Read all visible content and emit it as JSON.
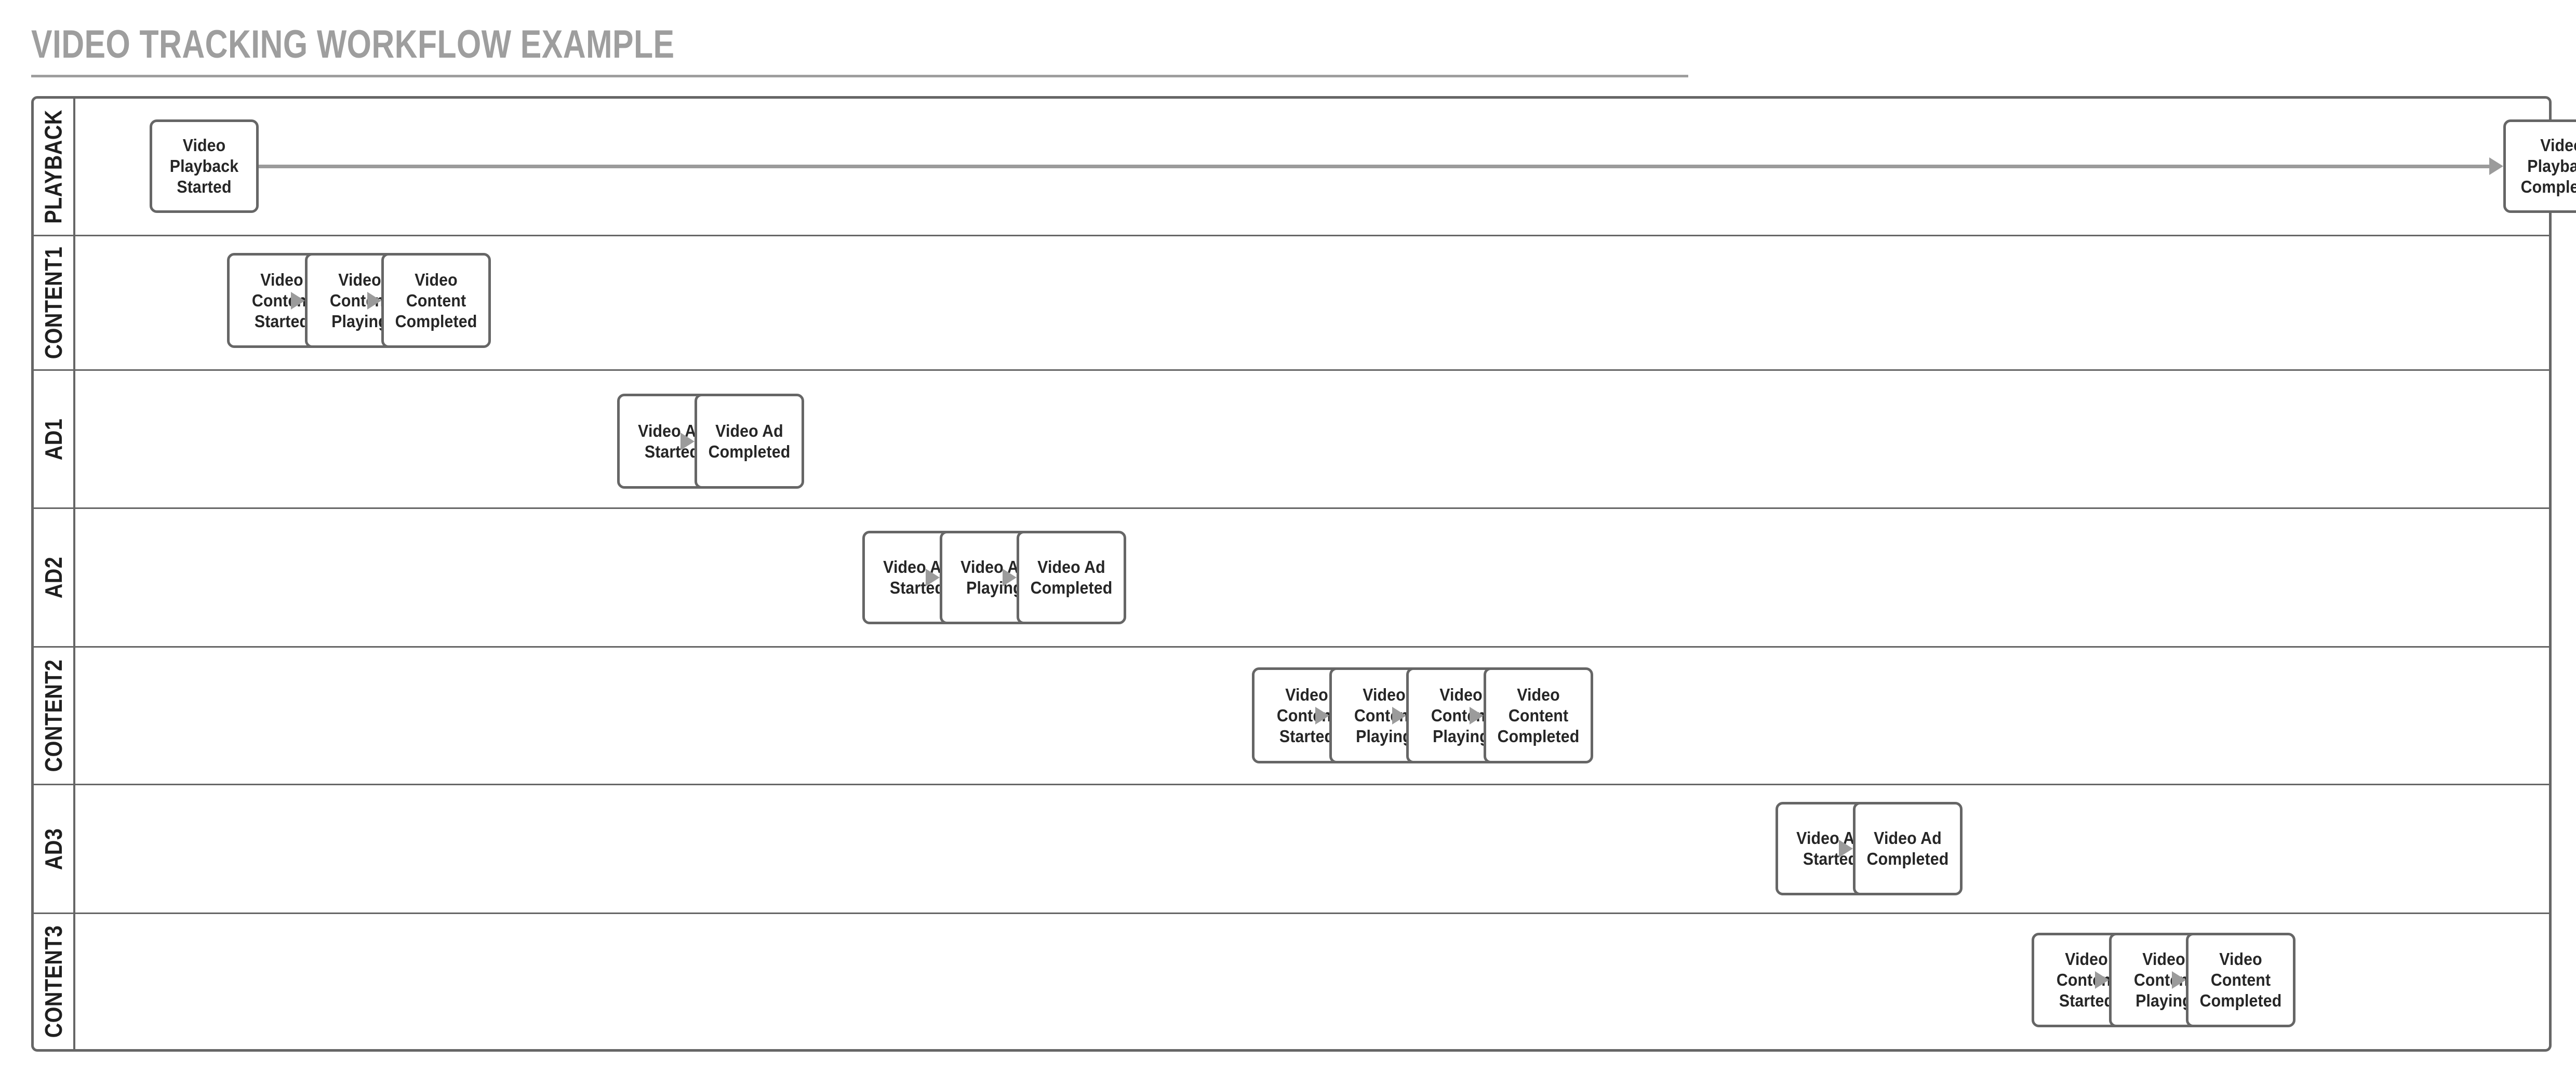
{
  "title": "VIDEO TRACKING WORKFLOW EXAMPLE",
  "diagram": {
    "type": "swimlane-flowchart",
    "orientation": "horizontal",
    "lane_count": 7,
    "colors": {
      "title": "#9e9e9e",
      "border": "#666666",
      "connector": "#9b9b9b",
      "node_text": "#262626",
      "background": "#ffffff"
    },
    "lanes": [
      {
        "id": "playback",
        "label": "PLAYBACK",
        "nodes": [
          {
            "id": "playback-started",
            "label": "Video Playback Started"
          },
          {
            "id": "playback-completed",
            "label": "Video Playback Completed"
          }
        ],
        "edges": [
          {
            "from": "playback-started",
            "to": "playback-completed"
          }
        ]
      },
      {
        "id": "content1",
        "label": "CONTENT1",
        "nodes": [
          {
            "id": "c1-started",
            "label": "Video Content Started"
          },
          {
            "id": "c1-playing",
            "label": "Video Content Playing"
          },
          {
            "id": "c1-completed",
            "label": "Video Content Completed"
          }
        ],
        "edges": [
          {
            "from": "c1-started",
            "to": "c1-playing"
          },
          {
            "from": "c1-playing",
            "to": "c1-completed"
          }
        ]
      },
      {
        "id": "ad1",
        "label": "AD1",
        "nodes": [
          {
            "id": "ad1-started",
            "label": "Video Ad Started"
          },
          {
            "id": "ad1-completed",
            "label": "Video Ad Completed"
          }
        ],
        "edges": [
          {
            "from": "ad1-started",
            "to": "ad1-completed"
          }
        ]
      },
      {
        "id": "ad2",
        "label": "AD2",
        "nodes": [
          {
            "id": "ad2-started",
            "label": "Video Ad Started"
          },
          {
            "id": "ad2-playing",
            "label": "Video Ad Playing"
          },
          {
            "id": "ad2-completed",
            "label": "Video Ad Completed"
          }
        ],
        "edges": [
          {
            "from": "ad2-started",
            "to": "ad2-playing"
          },
          {
            "from": "ad2-playing",
            "to": "ad2-completed"
          }
        ]
      },
      {
        "id": "content2",
        "label": "CONTENT2",
        "nodes": [
          {
            "id": "c2-started",
            "label": "Video Content Started"
          },
          {
            "id": "c2-playing-1",
            "label": "Video Content Playing"
          },
          {
            "id": "c2-playing-2",
            "label": "Video Content Playing"
          },
          {
            "id": "c2-completed",
            "label": "Video Content Completed"
          }
        ],
        "edges": [
          {
            "from": "c2-started",
            "to": "c2-playing-1"
          },
          {
            "from": "c2-playing-1",
            "to": "c2-playing-2"
          },
          {
            "from": "c2-playing-2",
            "to": "c2-completed"
          }
        ]
      },
      {
        "id": "ad3",
        "label": "AD3",
        "nodes": [
          {
            "id": "ad3-started",
            "label": "Video Ad Started"
          },
          {
            "id": "ad3-completed",
            "label": "Video Ad Completed"
          }
        ],
        "edges": [
          {
            "from": "ad3-started",
            "to": "ad3-completed"
          }
        ]
      },
      {
        "id": "content3",
        "label": "CONTENT3",
        "nodes": [
          {
            "id": "c3-started",
            "label": "Video Content Started"
          },
          {
            "id": "c3-playing",
            "label": "Video Content Playing"
          },
          {
            "id": "c3-completed",
            "label": "Video Content Completed"
          }
        ],
        "edges": [
          {
            "from": "c3-started",
            "to": "c3-playing"
          },
          {
            "from": "c3-playing",
            "to": "c3-completed"
          }
        ]
      }
    ]
  }
}
